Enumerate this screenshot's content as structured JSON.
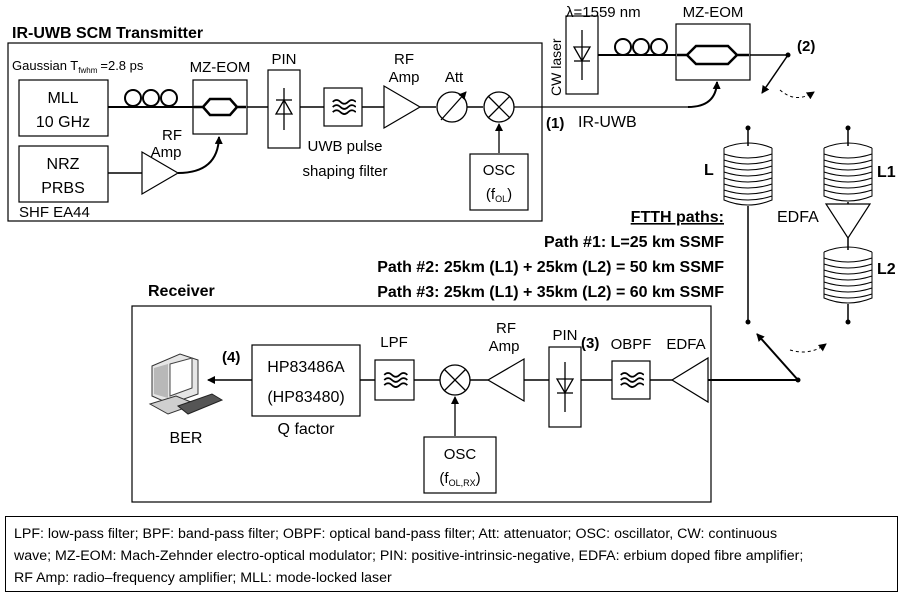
{
  "transmitter": {
    "title": "IR-UWB SCM Transmitter",
    "gaussian_label": "Gaussian T",
    "gaussian_sub": "fwhm",
    "gaussian_value": "=2.8 ps",
    "mll_line1": "MLL",
    "mll_line2": "10 GHz",
    "mzeom": "MZ-EOM",
    "pin": "PIN",
    "rf_amp_line1": "RF",
    "rf_amp_line2": "Amp",
    "rf_amp2_line1": "RF",
    "rf_amp2_line2": "Amp",
    "att": "Att",
    "nrz_line1": "NRZ",
    "nrz_line2": "PRBS",
    "shf": "SHF EA44",
    "filter_line1": "UWB pulse",
    "filter_line2": "shaping filter",
    "osc_line1": "OSC",
    "osc_f": "(f",
    "osc_sub": "OL",
    "osc_close": ")"
  },
  "optical": {
    "cw_laser": "CW laser",
    "lambda": "λ=1559 nm",
    "mzeom": "MZ-EOM",
    "marker1": "(1)",
    "ir_uwb": "IR-UWB",
    "marker2": "(2)",
    "fiber_L": "L",
    "fiber_L1": "L1",
    "fiber_L2": "L2",
    "edfa": "EDFA"
  },
  "paths": {
    "title": "FTTH paths:",
    "p1": "Path #1: L=25 km SSMF",
    "p2": "Path #2: 25km (L1) + 25km (L2) = 50 km SSMF",
    "p3": "Path #3: 25km (L1) + 35km (L2) = 60 km SSMF"
  },
  "receiver": {
    "title": "Receiver",
    "marker4": "(4)",
    "hp_line1": "HP83486A",
    "hp_line2": "(HP83480)",
    "q_factor": "Q factor",
    "ber": "BER",
    "lpf": "LPF",
    "rf_amp_line1": "RF",
    "rf_amp_line2": "Amp",
    "pin": "PIN",
    "marker3": "(3)",
    "obpf": "OBPF",
    "edfa": "EDFA",
    "osc_line1": "OSC",
    "osc_f": "(f",
    "osc_sub": "OL,RX",
    "osc_close": ")"
  },
  "legend": {
    "line1": "LPF: low-pass filter; BPF: band-pass filter; OBPF: optical band-pass filter; Att: attenuator; OSC: oscillator, CW: continuous",
    "line2": "wave; MZ-EOM: Mach-Zehnder electro-optical modulator; PIN: positive-intrinsic-negative, EDFA: erbium doped fibre amplifier;",
    "line3": "RF Amp: radio–frequency amplifier; MLL: mode-locked laser"
  }
}
